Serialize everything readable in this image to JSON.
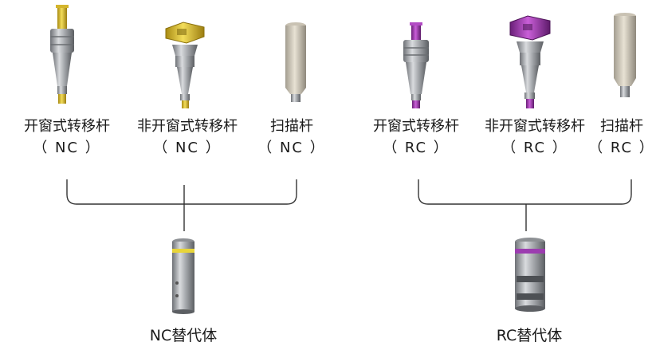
{
  "groups": [
    {
      "id": "nc",
      "components": [
        {
          "name": "开窗式转移杆",
          "code": "（ NC ）",
          "icon": "open-tray-transfer-post-nc-icon",
          "accent": "#e6c23a"
        },
        {
          "name": "非开窗式转移杆",
          "code": "（ NC ）",
          "icon": "closed-tray-transfer-post-nc-icon",
          "accent": "#e6c23a"
        },
        {
          "name": "扫描杆",
          "code": "（ NC ）",
          "icon": "scan-body-nc-icon",
          "accent": "#d9d2c3"
        }
      ],
      "analog": {
        "label": "NC替代体",
        "icon": "implant-analog-nc-icon",
        "accent": "#e8d53a"
      }
    },
    {
      "id": "rc",
      "components": [
        {
          "name": "开窗式转移杆",
          "code": "（ RC ）",
          "icon": "open-tray-transfer-post-rc-icon",
          "accent": "#a33fb5"
        },
        {
          "name": "非开窗式转移杆",
          "code": "（ RC ）",
          "icon": "closed-tray-transfer-post-rc-icon",
          "accent": "#a33fb5"
        },
        {
          "name": "扫描杆",
          "code": "（ RC ）",
          "icon": "scan-body-rc-icon",
          "accent": "#d9d2c3"
        }
      ],
      "analog": {
        "label": "RC替代体",
        "icon": "implant-analog-rc-icon",
        "accent": "#9c3db0"
      }
    }
  ]
}
